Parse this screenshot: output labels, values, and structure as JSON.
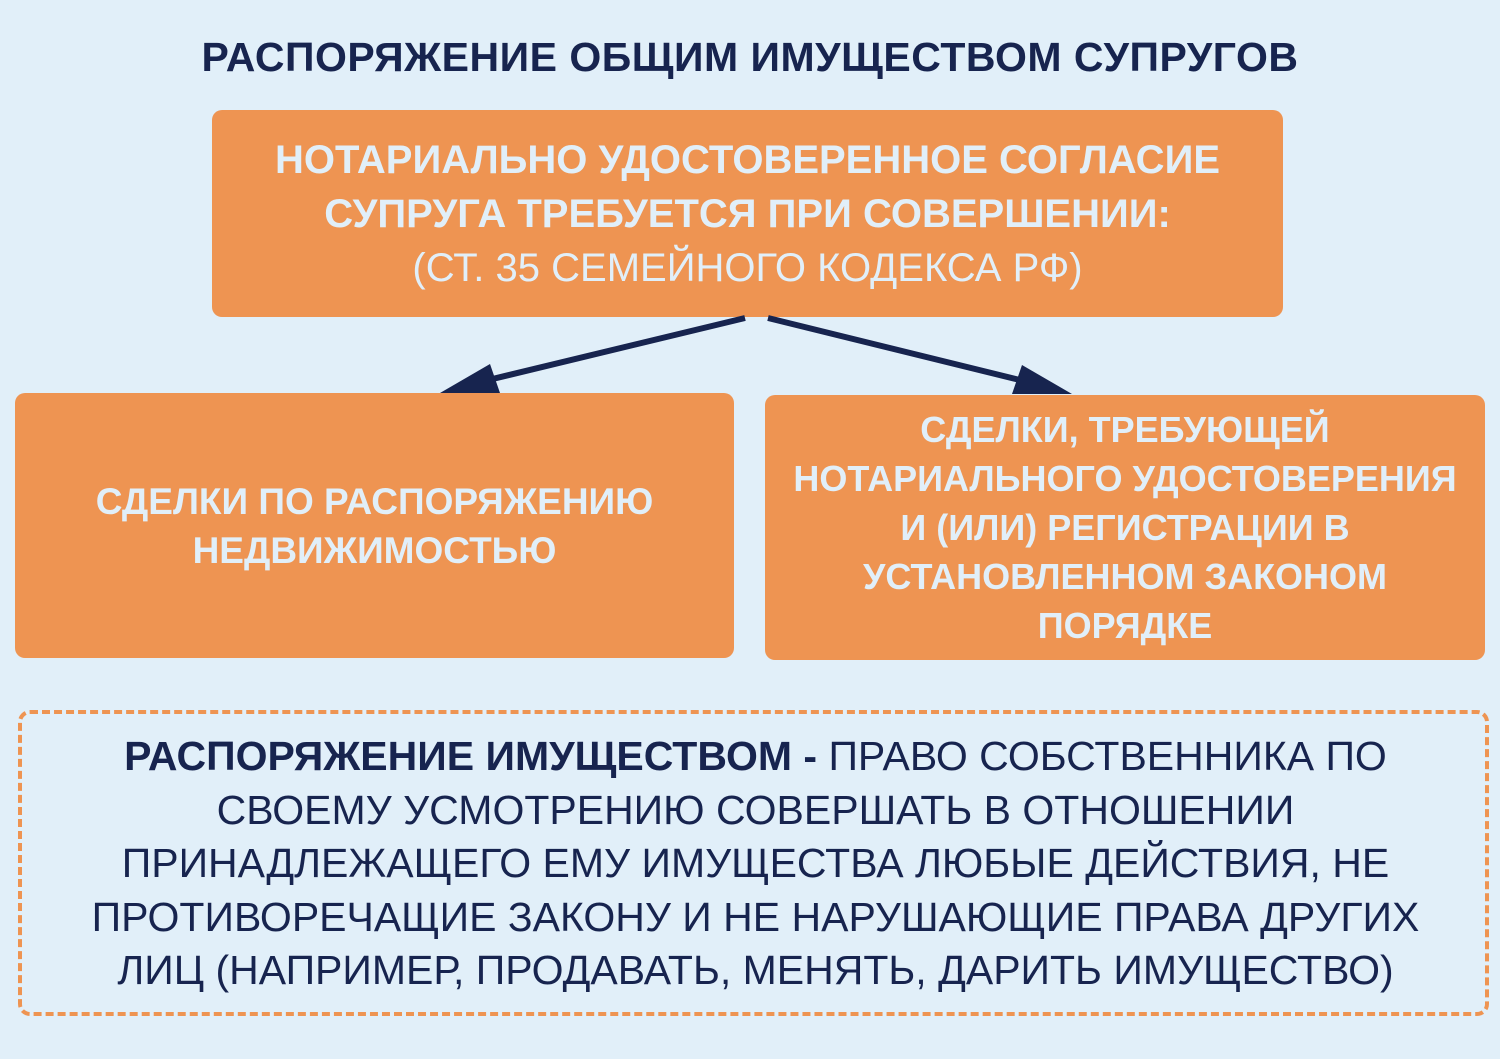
{
  "title": "РАСПОРЯЖЕНИЕ ОБЩИМ ИМУЩЕСТВОМ СУПРУГОВ",
  "top_box": {
    "line1": "НОТАРИАЛЬНО УДОСТОВЕРЕННОЕ СОГЛАСИЕ",
    "line2": "СУПРУГА ТРЕБУЕТСЯ ПРИ СОВЕРШЕНИИ:",
    "line3": "(СТ. 35 СЕМЕЙНОГО КОДЕКСА РФ)"
  },
  "left_box": {
    "line1": "СДЕЛКИ ПО РАСПОРЯЖЕНИЮ",
    "line2": "НЕДВИЖИМОСТЬЮ"
  },
  "right_box": {
    "line1": "СДЕЛКИ, ТРЕБУЮЩЕЙ",
    "line2": "НОТАРИАЛЬНОГО УДОСТОВЕРЕНИЯ",
    "line3": "И (ИЛИ) РЕГИСТРАЦИИ В",
    "line4": "УСТАНОВЛЕННОМ ЗАКОНОМ",
    "line5": "ПОРЯДКЕ"
  },
  "definition": {
    "term": "РАСПОРЯЖЕНИЕ ИМУЩЕСТВОМ -",
    "lines": [
      " ПРАВО СОБСТВЕННИКА ПО",
      "СВОЕМУ УСМОТРЕНИЮ СОВЕРШАТЬ В ОТНОШЕНИИ",
      "ПРИНАДЛЕЖАЩЕГО ЕМУ ИМУЩЕСТВА ЛЮБЫЕ ДЕЙСТВИЯ, НЕ",
      "ПРОТИВОРЕЧАЩИЕ ЗАКОНУ И НЕ НАРУШАЮЩИЕ ПРАВА ДРУГИХ",
      "ЛИЦ (НАПРИМЕР, ПРОДАВАТЬ, МЕНЯТЬ, ДАРИТЬ ИМУЩЕСТВО)"
    ]
  },
  "colors": {
    "background": "#e1eff9",
    "box": "#ee9452",
    "navy": "#17244f"
  }
}
